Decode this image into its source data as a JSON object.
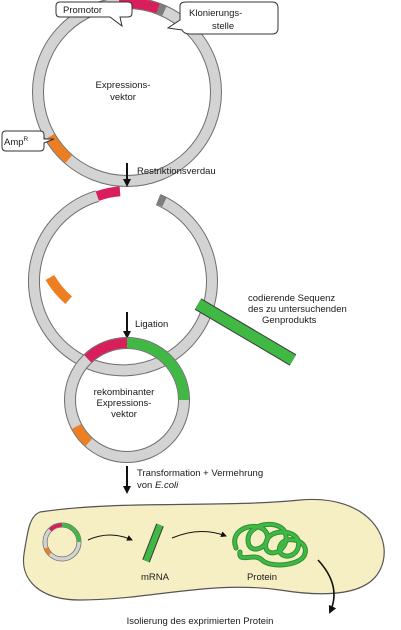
{
  "labels": {
    "promoter": "Promotor",
    "cloning_site_line1": "Klonierungs-",
    "cloning_site_line2": "stelle",
    "vector1_line1": "Expressions-",
    "vector1_line2": "vektor",
    "amp_main": "Amp",
    "amp_sup": "R",
    "step_restriction": "Restriktionsverdau",
    "step_ligation": "Ligation",
    "insert_line1": "codierende Sequenz",
    "insert_line2": "des zu untersuchenden",
    "insert_line3": "Genprodukts",
    "vector3_line1": "rekombinanter",
    "vector3_line2": "Expressions-",
    "vector3_line3": "vektor",
    "step_transformation_line1": "Transformation + Vermehrung",
    "step_transformation_line2_prefix": "von ",
    "step_transformation_line2_organism": "E.coli",
    "mrna": "mRNA",
    "protein": "Protein",
    "isolation": "Isolierung des exprimierten Protein"
  },
  "colors": {
    "plasmid_ring": "#d3d3d3",
    "plasmid_outline": "#6e6e6e",
    "promoter": "#d81e5b",
    "amp_resistance": "#ee7e22",
    "insert_gene": "#3fb944",
    "cell_fill": "#f6efc4",
    "cell_outline": "#555555"
  }
}
